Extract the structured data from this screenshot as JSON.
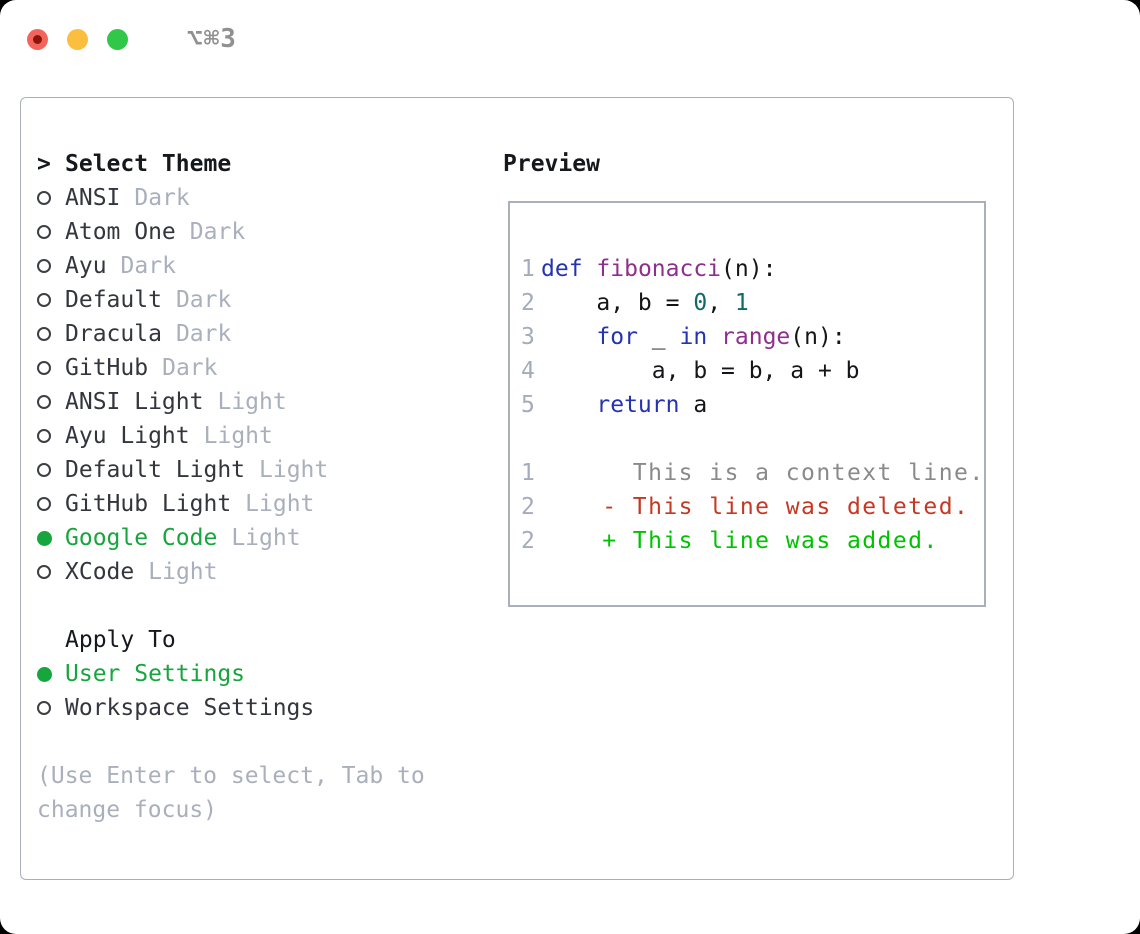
{
  "titlebar": {
    "shortcut": "⌥⌘3",
    "traffic_lights": [
      "close",
      "minimize",
      "zoom"
    ]
  },
  "theme_panel": {
    "title": {
      "prompt": ">",
      "label": "Select Theme"
    },
    "themes": [
      {
        "name": "ANSI",
        "variant": "Dark",
        "selected": false
      },
      {
        "name": "Atom One",
        "variant": "Dark",
        "selected": false
      },
      {
        "name": "Ayu",
        "variant": "Dark",
        "selected": false
      },
      {
        "name": "Default",
        "variant": "Dark",
        "selected": false
      },
      {
        "name": "Dracula",
        "variant": "Dark",
        "selected": false
      },
      {
        "name": "GitHub",
        "variant": "Dark",
        "selected": false
      },
      {
        "name": "ANSI Light",
        "variant": "Light",
        "selected": false
      },
      {
        "name": "Ayu Light",
        "variant": "Light",
        "selected": false
      },
      {
        "name": "Default Light",
        "variant": "Light",
        "selected": false
      },
      {
        "name": "GitHub Light",
        "variant": "Light",
        "selected": false
      },
      {
        "name": "Google Code",
        "variant": "Light",
        "selected": true
      },
      {
        "name": "XCode",
        "variant": "Light",
        "selected": false
      }
    ],
    "apply_to": {
      "title": "Apply To",
      "options": [
        {
          "name": "User Settings",
          "selected": true
        },
        {
          "name": "Workspace Settings",
          "selected": false
        }
      ]
    },
    "help_lines": [
      "(Use Enter to select, Tab to",
      "change focus)"
    ]
  },
  "preview": {
    "title": "Preview",
    "lines": [
      {
        "num": "1",
        "cls": "code",
        "segments": [
          {
            "t": "def",
            "c": "kw"
          },
          {
            "t": " ",
            "c": "pl"
          },
          {
            "t": "fibonacci",
            "c": "fn"
          },
          {
            "t": "(n):",
            "c": "pl"
          }
        ]
      },
      {
        "num": "2",
        "cls": "code",
        "segments": [
          {
            "t": "    a, b = ",
            "c": "pl"
          },
          {
            "t": "0",
            "c": "num"
          },
          {
            "t": ", ",
            "c": "pl"
          },
          {
            "t": "1",
            "c": "num"
          }
        ]
      },
      {
        "num": "3",
        "cls": "code",
        "segments": [
          {
            "t": "    ",
            "c": "pl"
          },
          {
            "t": "for",
            "c": "kw"
          },
          {
            "t": " _ ",
            "c": "pl"
          },
          {
            "t": "in",
            "c": "kw"
          },
          {
            "t": " ",
            "c": "pl"
          },
          {
            "t": "range",
            "c": "fn"
          },
          {
            "t": "(n):",
            "c": "pl"
          }
        ]
      },
      {
        "num": "4",
        "cls": "code",
        "segments": [
          {
            "t": "        a, b = b, a + b",
            "c": "pl"
          }
        ]
      },
      {
        "num": "5",
        "cls": "code",
        "segments": [
          {
            "t": "    ",
            "c": "pl"
          },
          {
            "t": "return",
            "c": "kw"
          },
          {
            "t": " a",
            "c": "pl"
          }
        ]
      },
      {
        "num": "",
        "cls": "blank",
        "segments": []
      },
      {
        "num": "1",
        "cls": "diff",
        "segments": [
          {
            "t": "      This is a context line.",
            "c": "ctx"
          }
        ]
      },
      {
        "num": "2",
        "cls": "diff",
        "segments": [
          {
            "t": "    - This line was deleted.",
            "c": "del"
          }
        ]
      },
      {
        "num": "2",
        "cls": "diff",
        "segments": [
          {
            "t": "    + This line was added.",
            "c": "add"
          }
        ]
      }
    ]
  },
  "colors": {
    "selection_green": "#17a53e",
    "keyword_blue": "#2433b0",
    "function_purple": "#8e2f8e",
    "number_teal": "#0e6968",
    "deleted_red": "#c53823",
    "added_green": "#00c300",
    "context_gray": "#8a8a8a",
    "border_gray": "#a9b0ba",
    "traffic_red": "#f2655c",
    "traffic_yellow": "#fcbe3f",
    "traffic_green": "#31c748"
  }
}
